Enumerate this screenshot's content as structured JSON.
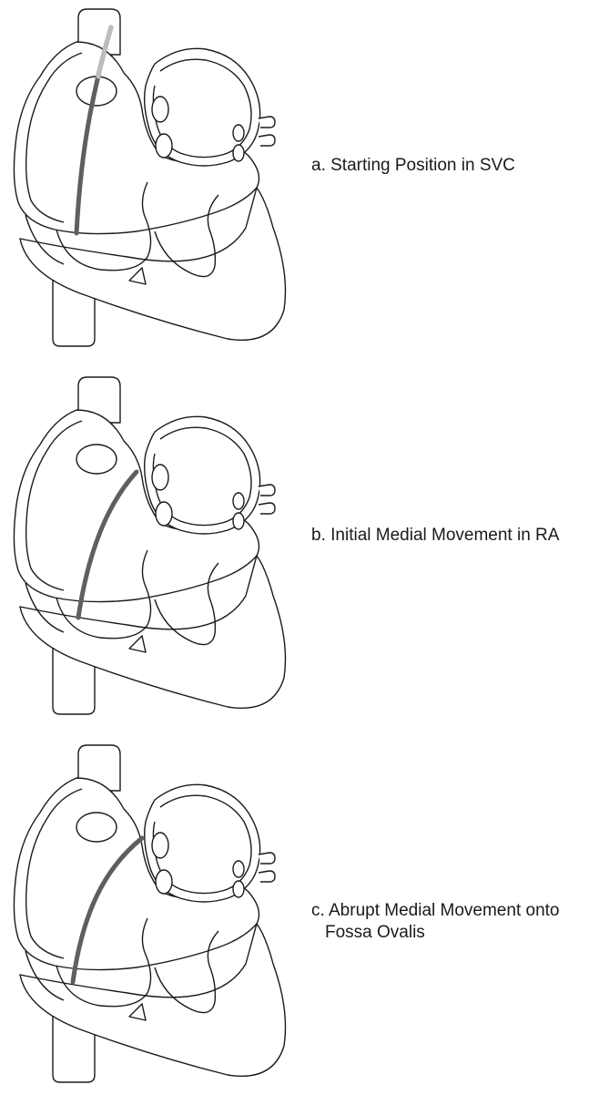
{
  "panels": [
    {
      "id": "a",
      "caption_lines": [
        "a. Starting Position in SVC"
      ],
      "catheter_stage": "svc"
    },
    {
      "id": "b",
      "caption_lines": [
        "b. Initial Medial Movement in RA"
      ],
      "catheter_stage": "ra-medial"
    },
    {
      "id": "c",
      "caption_lines": [
        "c. Abrupt Medial Movement onto",
        "Fossa Ovalis"
      ],
      "catheter_stage": "fossa-ovalis"
    }
  ],
  "colors": {
    "outline": "#1a1a1a",
    "catheter": "#5f5f5f",
    "catheter_faded": "#bdbdbd",
    "background": "#ffffff"
  }
}
